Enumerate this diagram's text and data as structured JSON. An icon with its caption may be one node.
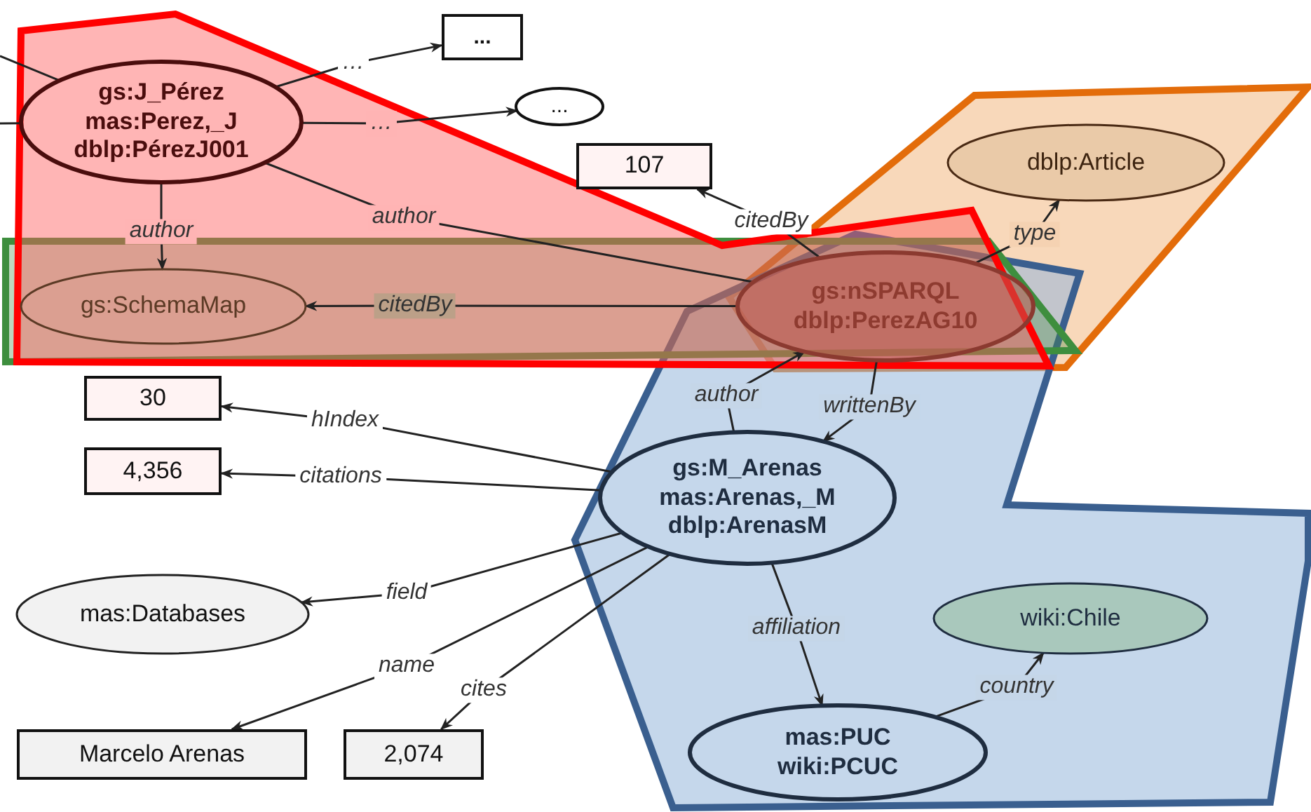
{
  "diagram": {
    "nodes": [
      {
        "text": [
          "gs:J_Pérez",
          "mas:Perez,_J",
          "dblp:PérezJ001"
        ]
      },
      {
        "text": [
          "..."
        ]
      },
      {
        "text": [
          "..."
        ]
      },
      {
        "text": [
          "107"
        ]
      },
      {
        "text": [
          "gs:SchemaMap"
        ]
      },
      {
        "text": [
          "dblp:Article"
        ]
      },
      {
        "text": [
          "gs:nSPARQL",
          "dblp:PerezAG10"
        ]
      },
      {
        "text": [
          "30"
        ]
      },
      {
        "text": [
          "4,356"
        ]
      },
      {
        "text": [
          "gs:M_Arenas",
          "mas:Arenas,_M",
          "dblp:ArenasM"
        ]
      },
      {
        "text": [
          "mas:Databases"
        ]
      },
      {
        "text": [
          "wiki:Chile"
        ]
      },
      {
        "text": [
          "Marcelo Arenas"
        ]
      },
      {
        "text": [
          "2,074"
        ]
      },
      {
        "text": [
          "mas:PUC",
          "wiki:PCUC"
        ]
      }
    ],
    "edges": [
      {
        "from": null,
        "to": 0,
        "arrow": "none"
      },
      {
        "from": null,
        "to": 0,
        "arrow": "none"
      },
      {
        "from": 0,
        "to": 1,
        "label": "…",
        "arrow": "to"
      },
      {
        "from": 0,
        "to": 2,
        "label": "…",
        "arrow": "to"
      },
      {
        "from": 0,
        "to": 4,
        "label": "author",
        "arrow": "to"
      },
      {
        "from": 0,
        "to": 6,
        "label": "author",
        "arrow": "none"
      },
      {
        "from": 6,
        "to": 3,
        "label": "citedBy",
        "arrow": "to"
      },
      {
        "from": 6,
        "to": 4,
        "label": "citedBy",
        "arrow": "to"
      },
      {
        "from": 6,
        "to": 5,
        "label": "type",
        "arrow": "to"
      },
      {
        "from": 6,
        "to": 9,
        "label": "writtenBy",
        "arrow": "to"
      },
      {
        "from": 9,
        "to": 6,
        "label": "author",
        "arrow": "to"
      },
      {
        "from": 9,
        "to": 7,
        "label": "hIndex",
        "arrow": "to"
      },
      {
        "from": 9,
        "to": 8,
        "label": "citations",
        "arrow": "to"
      },
      {
        "from": 9,
        "to": 10,
        "label": "field",
        "arrow": "to"
      },
      {
        "from": 9,
        "to": 12,
        "label": "name",
        "arrow": "to"
      },
      {
        "from": 9,
        "to": 13,
        "label": "cites",
        "arrow": "to"
      },
      {
        "from": 9,
        "to": 14,
        "label": "affiliation",
        "arrow": "to"
      },
      {
        "from": 14,
        "to": 11,
        "label": "country",
        "arrow": "to"
      }
    ]
  }
}
